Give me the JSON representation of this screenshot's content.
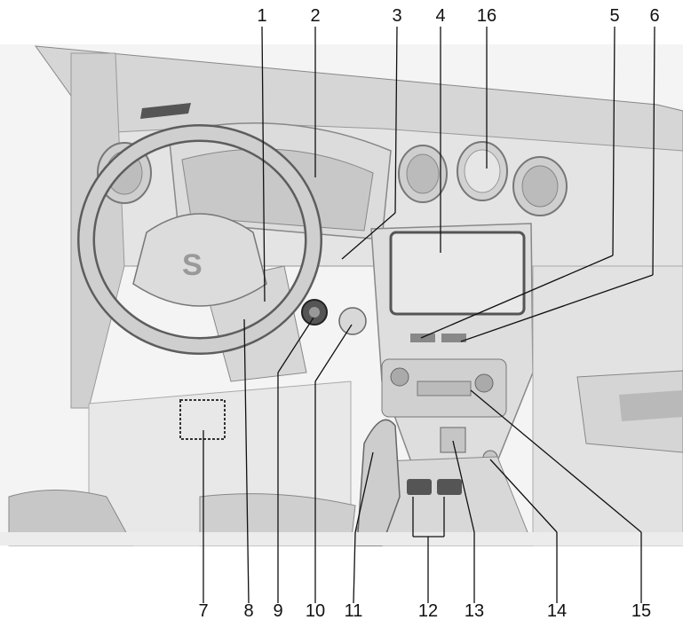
{
  "callouts": {
    "top": [
      "1",
      "2",
      "3",
      "4",
      "16",
      "5",
      "6"
    ],
    "bottom": [
      "7",
      "8",
      "9",
      "10",
      "11",
      "12",
      "13",
      "14",
      "15"
    ]
  }
}
